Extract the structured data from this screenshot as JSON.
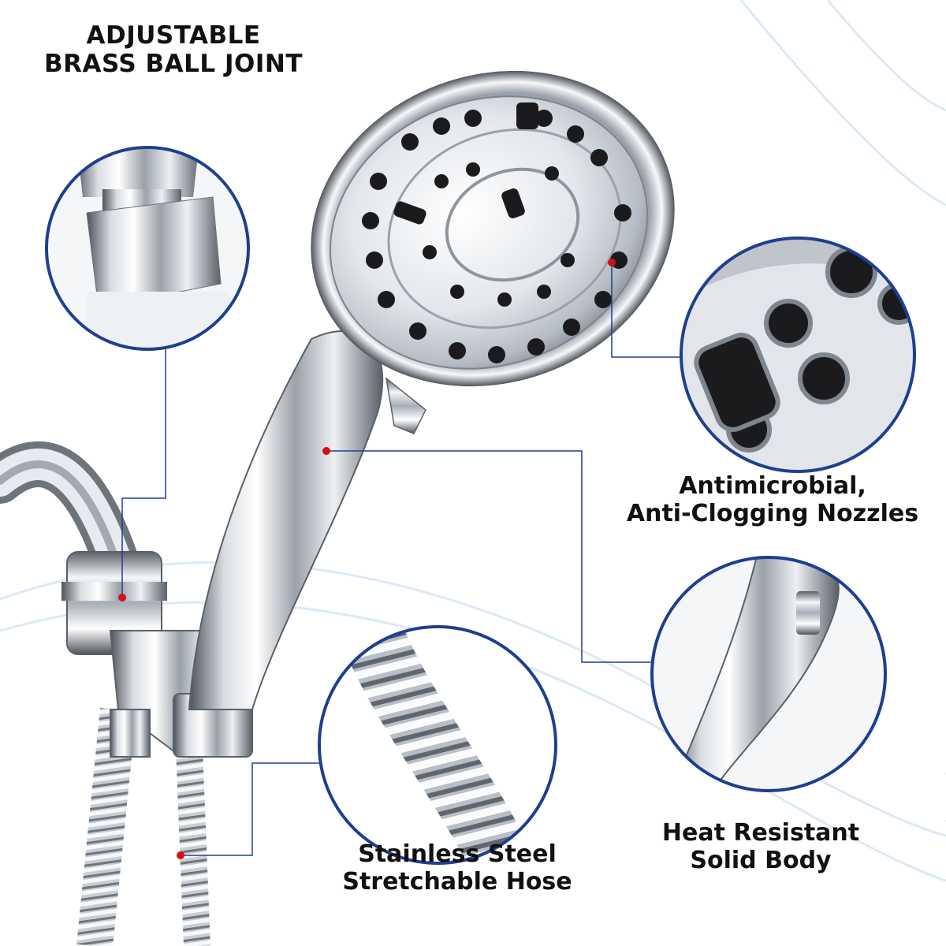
{
  "colors": {
    "accent_blue": "#1e3f8f",
    "marker_red": "#d0101b",
    "background": "#ffffff",
    "wave_blue": "#dce9f6",
    "chrome_dark": "#5a6068",
    "chrome_light": "#f2f4f6",
    "nozzle_black": "#1b1b1d"
  },
  "callouts": {
    "ball_joint": {
      "lines": [
        "ADJUSTABLE",
        "BRASS BALL JOINT"
      ]
    },
    "nozzles": {
      "lines": [
        "Antimicrobial,",
        "Anti-Clogging Nozzles"
      ]
    },
    "body": {
      "lines": [
        "Heat Resistant",
        "Solid Body"
      ]
    },
    "hose": {
      "lines": [
        "Stainless Steel",
        "Stretchable Hose"
      ]
    }
  }
}
